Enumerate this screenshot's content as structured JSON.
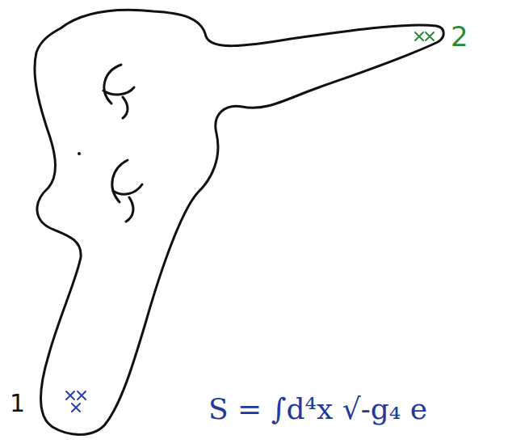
{
  "diagram": {
    "labels": [
      "2",
      "1",
      "S = ∫d⁴x √-g₄ e"
    ]
  }
}
